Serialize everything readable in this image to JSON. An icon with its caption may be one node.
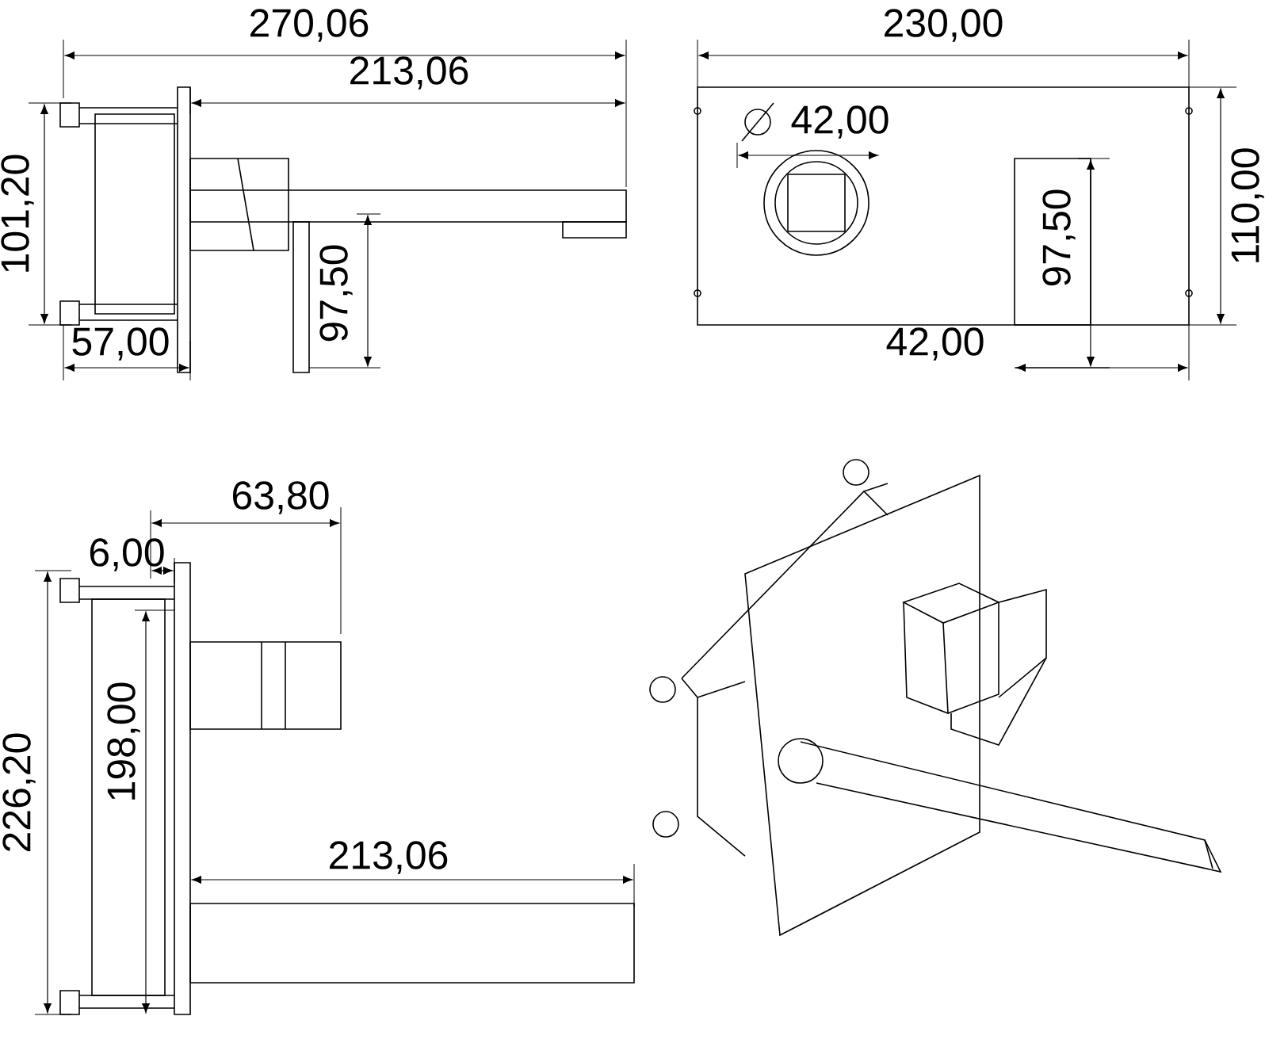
{
  "diagram": {
    "labels": [
      "270,06",
      "230,00",
      "213,06",
      "42,00",
      "101,20",
      "110,00",
      "97,50",
      "97,50",
      "57,00",
      "42,00",
      "63,80",
      "6,00",
      "226,20",
      "198,00",
      "213,06"
    ]
  }
}
